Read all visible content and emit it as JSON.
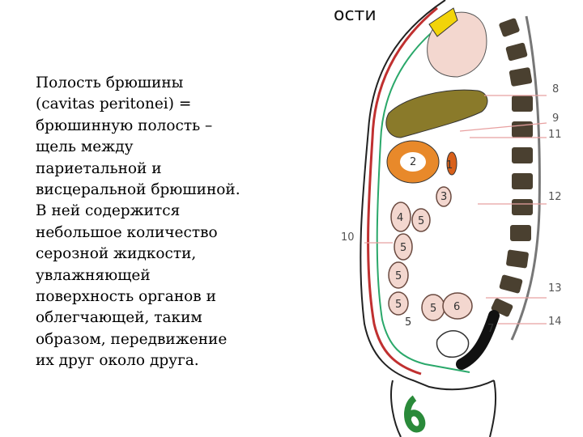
{
  "slide": {
    "header_fragment": "ости",
    "body_text": "Полость брюшины\n(cavitas peritonei) =\nбрюшинную полость –\nщель между\nпариетальной и\nвисцеральной брюшиной.\nВ ней содержится\nнебольшое количество\nсерозной жидкости,\nувлажняющей\nповерхность органов и\nоблегчающей, таким\nобразом, передвижение\nих друг около друга."
  },
  "figure": {
    "callouts": {
      "c8": "8",
      "c9": "9",
      "c11": "11",
      "c12": "12",
      "c13": "13",
      "c14": "14",
      "c10": "10"
    },
    "organ_numbers": {
      "n1": "1",
      "n2": "2",
      "n3": "3",
      "n4": "4",
      "n5a": "5",
      "n5b": "5",
      "n5c": "5",
      "n5d": "5",
      "n5e": "5",
      "n5f": "5",
      "n6": "6",
      "n6b": "6",
      "n7": "7"
    },
    "colors": {
      "liver": "#8a7a2a",
      "peritoneum": "#2aa86a",
      "stomach": "#e8892a",
      "intestine": "#f3d7cf",
      "spine": "#4a4030",
      "wall": "#c03030"
    }
  }
}
